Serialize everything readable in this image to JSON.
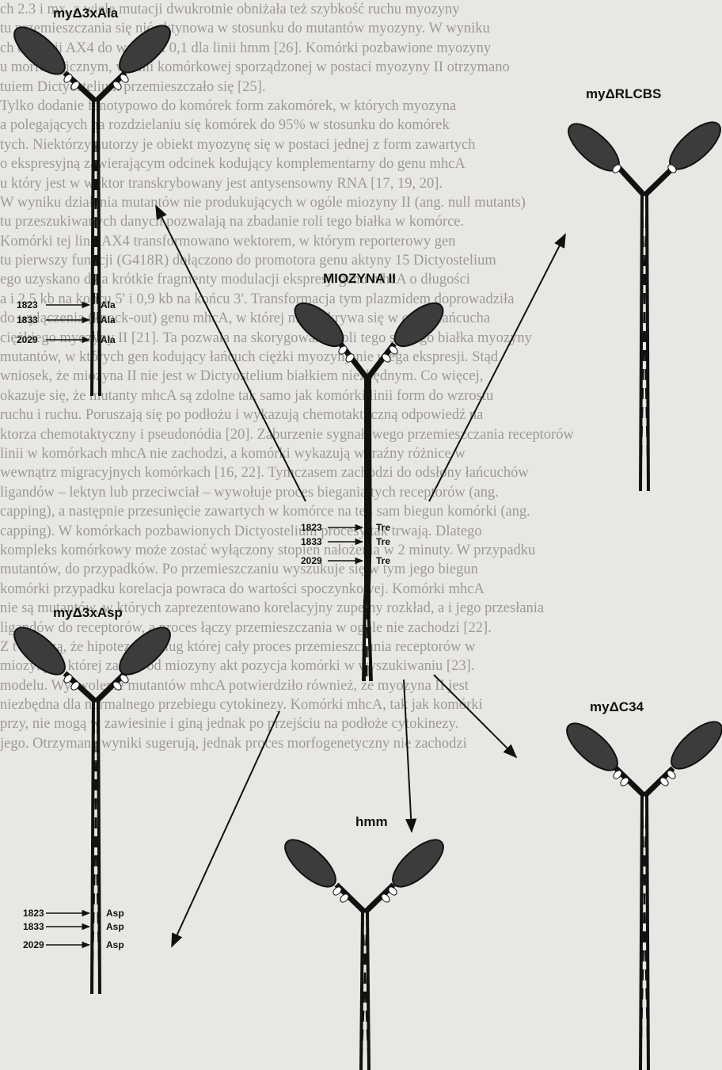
{
  "background_text_lines": [
    "ch 2.3 i mx, a wiele mutacji dwukrotnie obniżała też szybkość ruchu myozyny",
    "tu przemieszczania się nić aktynowa w stosunku do mutantów myozyny. W wyniku",
    "ch dla linii AX4 do wartości 0,1 dla linii hmm [26]. Komórki pozbawione myozyny",
    "u morfologicznym, w linii komórkowej sporządzonej w postaci myozyny II otrzymano",
    "tuiem Dictyostelium przemieszczało się [25].",
    "Tylko dodanie fenotypowo do komórek form zakomórek, w których myozyna",
    "a polegających na rozdzielaniu się komórek do 95% w stosunku do komórek",
    "tych. Niektórzy autorzy je obiekt myozynę się w postaci jednej z form zawartych",
    "o ekspresyjną zawierającym odcinek kodujący komplementarny do genu mhcA",
    "u który jest w wektor transkrybowany jest antysensowny RNA [17, 19, 20].",
    "W wyniku działania mutantów nie produkujących w ogóle miozyny II (ang. null mutants)",
    "tu przeszukiwanych danych pozwalają na zbadanie roli tego białka w komórce.",
    "Komórki tej linii AX4 transformowano wektorem, w którym reporterowy gen",
    "tu pierwszy funkcji (G418R) dołączono do promotora genu aktyny 15 Dictyostelium",
    "ego uzyskano dwa krótkie fragmenty modulacji ekspresji genu mhcA o długości",
    "a i 2,5 kb na końcu 5' i 0,9 kb na końcu 3'. Transformacja tym plazmidem doprowadziła",
    "do wyłączenia (knock-out) genu mhcA, w której nie wykrywa się w ogóle łańcucha",
    "ciężkiego myozyny II [21]. Ta pozwala na skorygowanie roli tego samego białka myozyny",
    "mutantów, w których gen kodujący łańcuch ciężki myozyny nie ulega ekspresji. Stąd",
    "wniosek, że miozyna II nie jest w Dictyostelium białkiem niezbędnym. Co więcej,",
    "okazuje się, że mutanty mhcA są zdolne tak samo jak komórki linii form do wzrostu",
    "ruchu i ruchu. Poruszają się po podłożu i wykazują chemotaktyczną odpowiedź na",
    "ktorza chemotaktyczny i pseudonódia [20]. Zaburzenie sygnałowego przemieszczania receptorów",
    "linii w komórkach mhcA nie zachodzi, a komórki wykazują wyraźny różnice w",
    "wewnątrz migracyjnych komórkach [16, 22]. Tymczasem zachodzi do odsłony łańcuchów",
    "ligandów – lektyn lub przeciwciał – wywołuje proces biegania tych receptorów (ang.",
    "capping), a następnie przesunięcie zawartych w komórce na ten sam biegun komórki (ang.",
    "capping). W komórkach pozbawionych Dictyostelium procesy tak trwają. Dlatego",
    "kompleks komórkowy może zostać wyłączony stopień nałożenia w 2 minuty. W przypadku",
    "mutantów, do przypadków. Po przemieszczaniu wyszukuje się w tym jego biegun",
    "komórki przypadku korelacja powraca do wartości spoczynkowej. Komórki mhcA",
    "nie są mutantów, w których zaprezentowano korelacyjny zupełny rozkład, a i jego przesłania",
    "ligandów do receptorów, a proces łączy przemieszczania w ogóle nie zachodzi [22].",
    "Z twierdzą, że hipoteza według której cały proces przemieszczania receptorów w",
    "miozyny, z której zależy od miozyny akt pozycja komórki w wyszukiwaniu [23].",
    "modelu. Wyzwolenie mutantów mhcA potwierdziło również, że myozyna II jest",
    "niezbędna dla normalnego przebiegu cytokinezy. Komórki mhcA, tak jak komórki",
    "przy, nie mogą w zawiesinie i giną jednak po przejściu na podłoże cytokinezy.",
    "jego. Otrzymane wyniki sugerują, jednak proces morfogenetyczny nie zachodzi"
  ],
  "panels": {
    "wt": {
      "title": "MIOZYNA II",
      "mutations": [
        {
          "site": "1823",
          "residue": "Tre"
        },
        {
          "site": "1833",
          "residue": "Tre"
        },
        {
          "site": "2029",
          "residue": "Tre"
        }
      ]
    },
    "ala": {
      "title": "myΔ3xAla",
      "mutations": [
        {
          "site": "1823",
          "residue": "Ala"
        },
        {
          "site": "1833",
          "residue": "Ala"
        },
        {
          "site": "2029",
          "residue": "Ala"
        }
      ]
    },
    "rlcbs": {
      "title": "myΔRLCBS"
    },
    "asp": {
      "title": "myΔ3xAsp",
      "mutations": [
        {
          "site": "1823",
          "residue": "Asp"
        },
        {
          "site": "1833",
          "residue": "Asp"
        },
        {
          "site": "2029",
          "residue": "Asp"
        }
      ]
    },
    "hmm": {
      "title": "hmm"
    },
    "c34": {
      "title": "myΔC34"
    }
  },
  "colors": {
    "ink": "#111111",
    "head_fill": "#3c3c3c",
    "paper": "#e9e7e3",
    "text_shadow": "#9c9a96"
  }
}
